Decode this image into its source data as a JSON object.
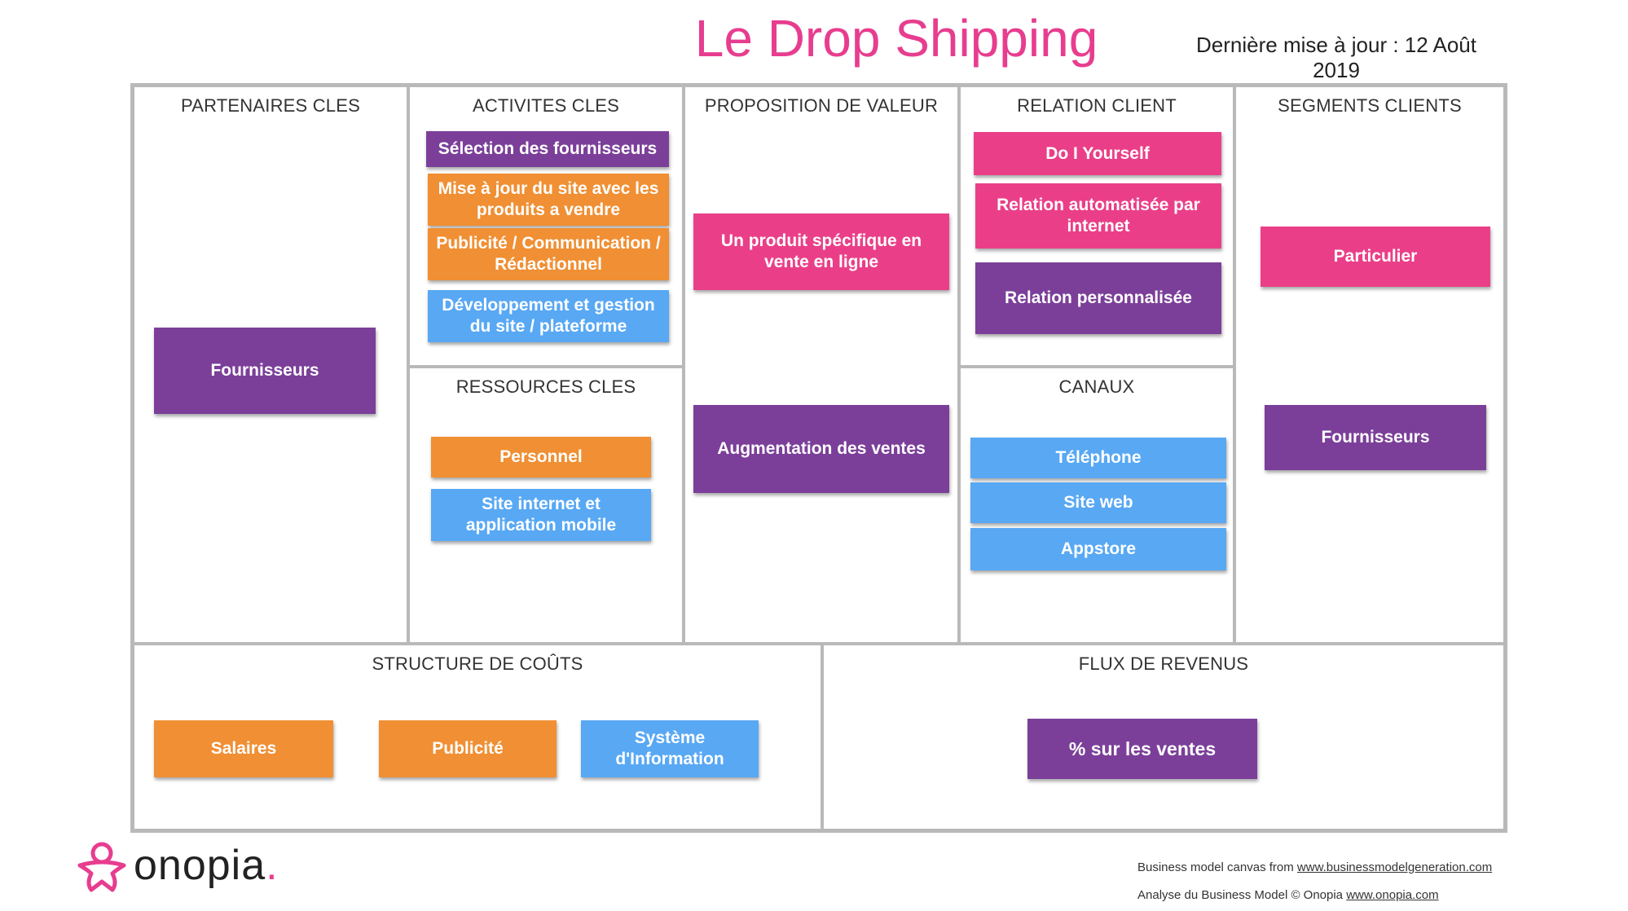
{
  "header": {
    "title": "Le Drop Shipping",
    "updated": "Dernière mise à jour : 12 Août 2019"
  },
  "colors": {
    "title": "#e73d8f",
    "purple": "#7b3f99",
    "orange": "#f08f33",
    "blue": "#58a8f4",
    "pink": "#ea3f88",
    "border": "#b9b9b9"
  },
  "sections": {
    "partenaires": {
      "title": "PARTENAIRES CLES",
      "notes": [
        "Fournisseurs"
      ]
    },
    "activites": {
      "title": "ACTIVITES CLES",
      "notes": [
        "Sélection des fournisseurs",
        "Mise à jour du site avec les produits a vendre",
        "Publicité / Communication / Rédactionnel",
        "Développement et gestion du site / plateforme"
      ]
    },
    "ressources": {
      "title": "RESSOURCES CLES",
      "notes": [
        "Personnel",
        "Site internet et application mobile"
      ]
    },
    "proposition": {
      "title": "PROPOSITION DE VALEUR",
      "notes": [
        "Un produit spécifique en vente en ligne",
        "Augmentation des ventes"
      ]
    },
    "relation": {
      "title": "RELATION CLIENT",
      "notes": [
        "Do I Yourself",
        "Relation automatisée par internet",
        "Relation personnalisée"
      ]
    },
    "canaux": {
      "title": "CANAUX",
      "notes": [
        "Téléphone",
        "Site web",
        "Appstore"
      ]
    },
    "segments": {
      "title": "SEGMENTS CLIENTS",
      "notes": [
        "Particulier",
        "Fournisseurs"
      ]
    },
    "couts": {
      "title": "STRUCTURE DE COÛTS",
      "notes": [
        "Salaires",
        "Publicité",
        "Système d'Information"
      ]
    },
    "revenus": {
      "title": "FLUX DE REVENUS",
      "notes": [
        "% sur les ventes"
      ]
    }
  },
  "footer": {
    "logo": "onopia",
    "logo_dot": ".",
    "credit1_prefix": "Business model canvas from ",
    "credit1_link": "www.businessmodelgeneration.com",
    "credit2_prefix": "Analyse du Business Model  © Onopia ",
    "credit2_link": "www.onopia.com"
  }
}
